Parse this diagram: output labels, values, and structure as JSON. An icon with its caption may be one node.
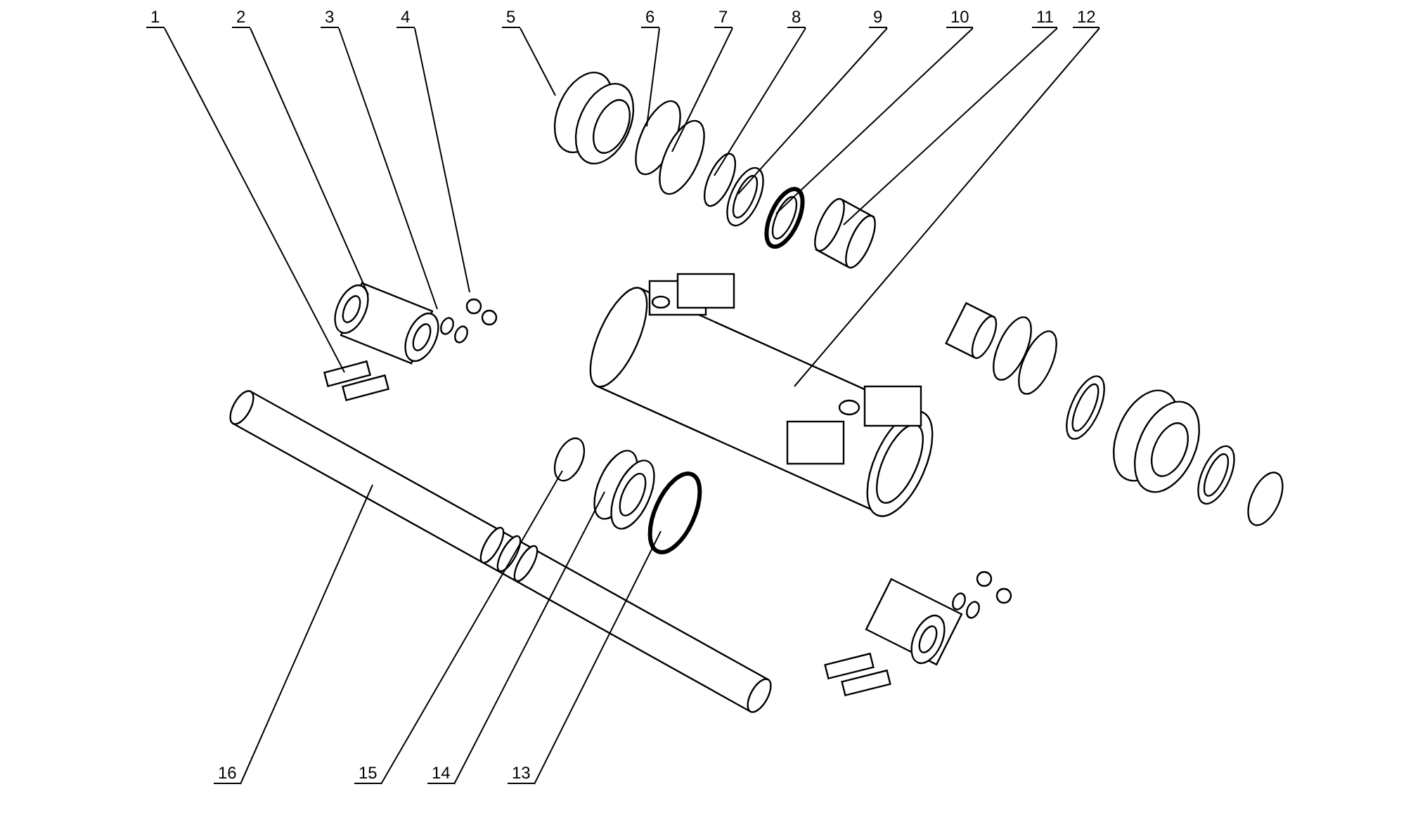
{
  "diagram": {
    "nodes": [
      {
        "text": [
          "1"
        ]
      },
      {
        "text": [
          "2"
        ]
      },
      {
        "text": [
          "3"
        ]
      },
      {
        "text": [
          "4"
        ]
      },
      {
        "text": [
          "5"
        ]
      },
      {
        "text": [
          "6"
        ]
      },
      {
        "text": [
          "7"
        ]
      },
      {
        "text": [
          "8"
        ]
      },
      {
        "text": [
          "9"
        ]
      },
      {
        "text": [
          "10"
        ]
      },
      {
        "text": [
          "11"
        ]
      },
      {
        "text": [
          "12"
        ]
      },
      {
        "text": [
          "13"
        ]
      },
      {
        "text": [
          "14"
        ]
      },
      {
        "text": [
          "15"
        ]
      },
      {
        "text": [
          "16"
        ]
      }
    ],
    "edges": [
      {
        "from": 0,
        "to": null,
        "arrow": "none"
      },
      {
        "from": 1,
        "to": null,
        "arrow": "none"
      },
      {
        "from": 2,
        "to": null,
        "arrow": "none"
      },
      {
        "from": 3,
        "to": null,
        "arrow": "none"
      },
      {
        "from": 4,
        "to": null,
        "arrow": "none"
      },
      {
        "from": 5,
        "to": null,
        "arrow": "none"
      },
      {
        "from": 6,
        "to": null,
        "arrow": "none"
      },
      {
        "from": 7,
        "to": null,
        "arrow": "none"
      },
      {
        "from": 8,
        "to": null,
        "arrow": "none"
      },
      {
        "from": 9,
        "to": null,
        "arrow": "none"
      },
      {
        "from": 10,
        "to": null,
        "arrow": "none"
      },
      {
        "from": 11,
        "to": null,
        "arrow": "none"
      },
      {
        "from": 12,
        "to": null,
        "arrow": "none"
      },
      {
        "from": 13,
        "to": null,
        "arrow": "none"
      },
      {
        "from": 14,
        "to": null,
        "arrow": "none"
      },
      {
        "from": 15,
        "to": null,
        "arrow": "none"
      }
    ]
  }
}
